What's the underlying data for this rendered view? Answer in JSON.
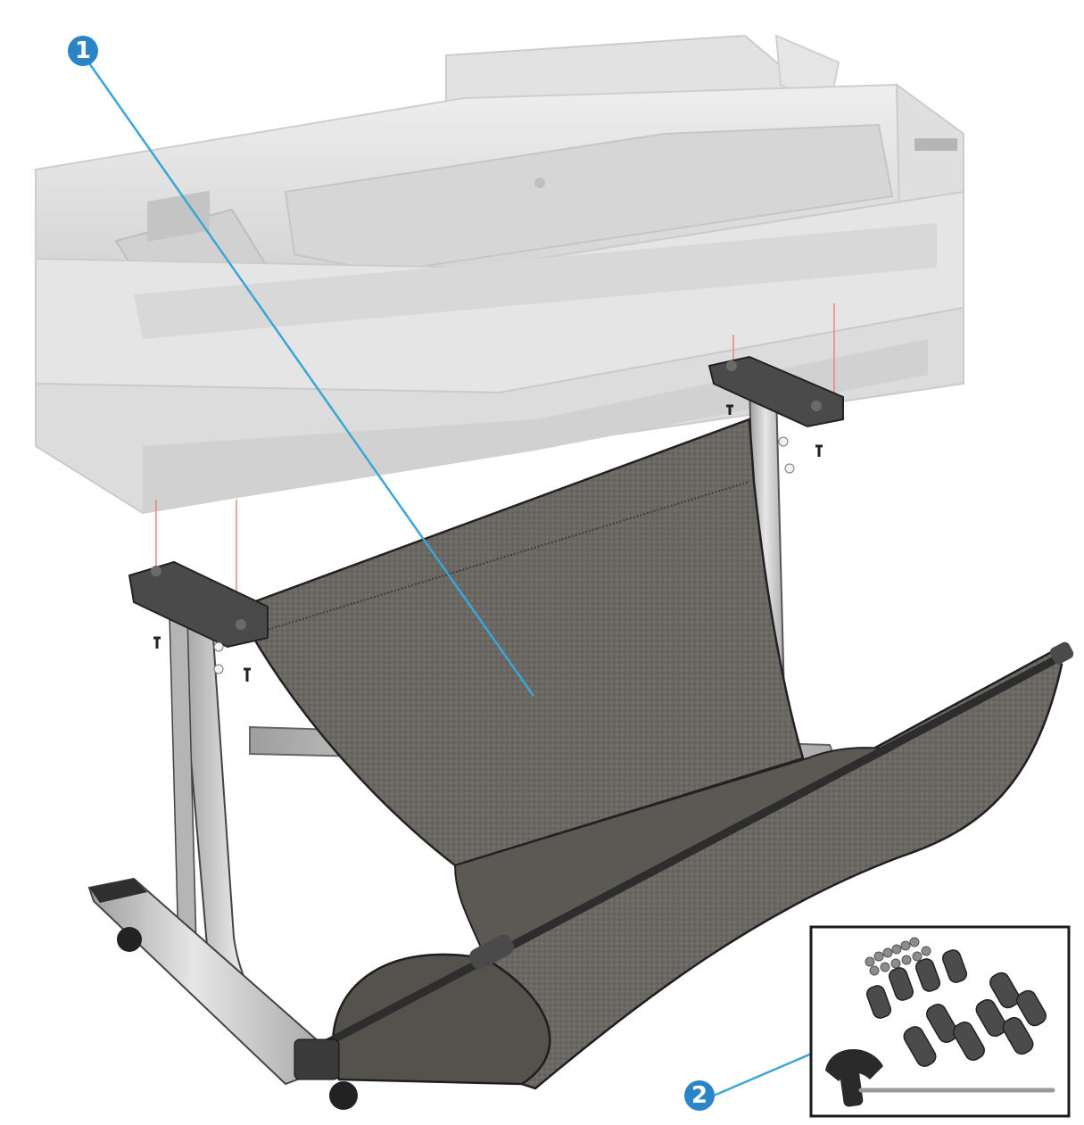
{
  "diagram": {
    "callouts": [
      {
        "number": "1",
        "part": "fabric-bin"
      },
      {
        "number": "2",
        "part": "hardware-kit"
      }
    ],
    "colors": {
      "callout_fill": "#2b84c6",
      "leader_line": "#3aa6d8",
      "printer_body": "#d9d9d9",
      "printer_shadow": "#bdbdbd",
      "stand_metal": "#c8c8c8",
      "stand_dark": "#3a3a3a",
      "fabric": "#6b6864",
      "fabric_dark": "#4b4845",
      "guide_line": "#f08080",
      "inset_border": "#1a1a1a"
    }
  }
}
